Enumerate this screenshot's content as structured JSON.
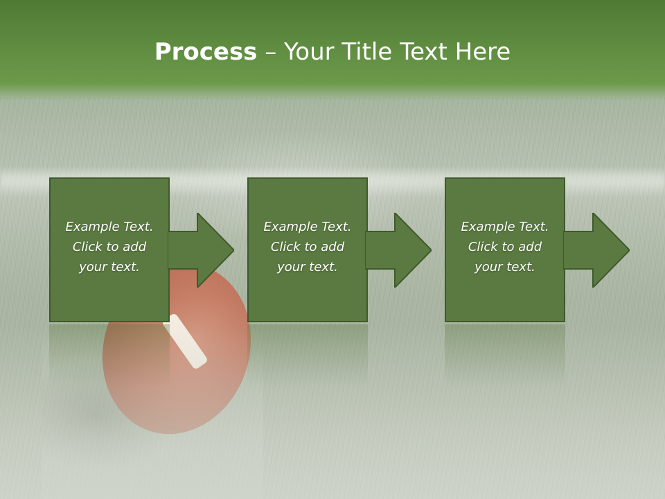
{
  "slide": {
    "title_bold": "Process",
    "title_rest": " – Your Title Text Here"
  },
  "steps": [
    {
      "line1": "Example Text.",
      "line2": "Click  to add",
      "line3": "your text."
    },
    {
      "line1": "Example Text.",
      "line2": "Click  to add",
      "line3": "your text."
    },
    {
      "line1": "Example Text.",
      "line2": "Click  to add",
      "line3": "your text."
    }
  ],
  "colors": {
    "box_fill": "#5b7a41",
    "box_border": "#3e5a2c",
    "header_green": "#5d8a3f",
    "text": "#ffffff"
  },
  "icons": {
    "arrow": "right-arrow-icon",
    "background": "football-on-grass-image"
  }
}
